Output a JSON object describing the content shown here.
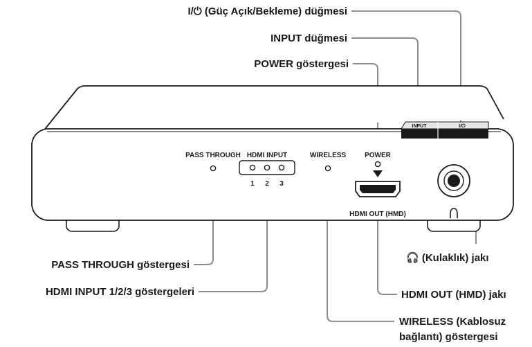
{
  "callouts": {
    "power_switch": "I/⏻ (Güç Açık/Bekleme) düğmesi",
    "input_button": "INPUT düğmesi",
    "power_indicator": "POWER göstergesi",
    "pass_through_indicator": "PASS THROUGH göstergesi",
    "hdmi_input_indicators": "HDMI INPUT 1/2/3 göstergeleri",
    "headphone_jack": "🎧 (Kulaklık) jakı",
    "hdmi_out_jack": "HDMI OUT (HMD) jakı",
    "wireless_indicator_line1": "WIRELESS (Kablosuz",
    "wireless_indicator_line2": "bağlantı) göstergesi"
  },
  "device_labels": {
    "pass_through": "PASS THROUGH",
    "hdmi_input": "HDMI INPUT",
    "input_numbers": [
      "1",
      "2",
      "3"
    ],
    "wireless": "WIRELESS",
    "power": "POWER",
    "hdmi_out": "HDMI OUT (HMD)",
    "input_button": "INPUT",
    "power_button": "I/⏻"
  }
}
